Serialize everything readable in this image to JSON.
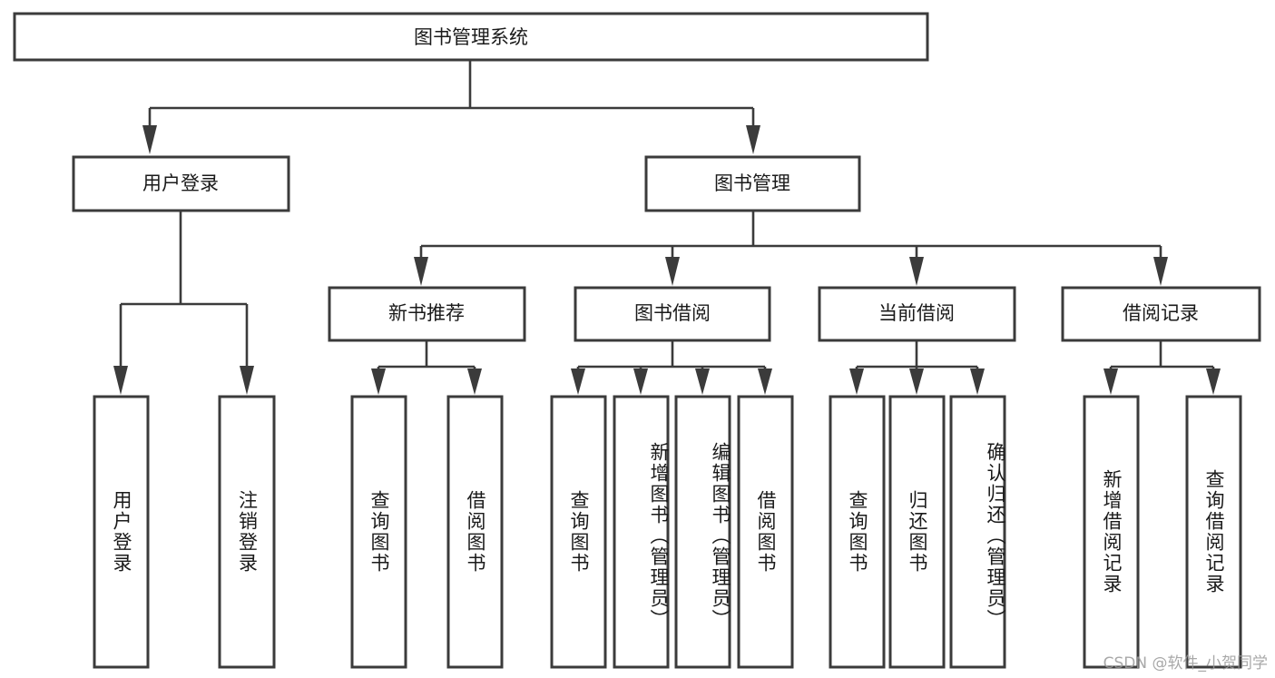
{
  "diagram": {
    "type": "tree",
    "title": "图书管理系统",
    "root": {
      "id": "root",
      "label": "图书管理系统"
    },
    "level2": [
      {
        "id": "user-login",
        "label": "用户登录"
      },
      {
        "id": "book-management",
        "label": "图书管理"
      }
    ],
    "level3": [
      {
        "id": "new-book-recommend",
        "label": "新书推荐",
        "parent": "book-management"
      },
      {
        "id": "book-borrow",
        "label": "图书借阅",
        "parent": "book-management"
      },
      {
        "id": "current-borrow",
        "label": "当前借阅",
        "parent": "book-management"
      },
      {
        "id": "borrow-record",
        "label": "借阅记录",
        "parent": "book-management"
      }
    ],
    "leaves": [
      {
        "id": "leaf-user-login",
        "label": "用户登录",
        "parent": "user-login"
      },
      {
        "id": "leaf-logout-login",
        "label": "注销登录",
        "parent": "user-login"
      },
      {
        "id": "leaf-query-book-1",
        "label": "查询图书",
        "parent": "new-book-recommend"
      },
      {
        "id": "leaf-borrow-book-1",
        "label": "借阅图书",
        "parent": "new-book-recommend"
      },
      {
        "id": "leaf-query-book-2",
        "label": "查询图书",
        "parent": "book-borrow"
      },
      {
        "id": "leaf-add-book-admin",
        "label": "新增图书（管理员）",
        "parent": "book-borrow"
      },
      {
        "id": "leaf-edit-book-admin",
        "label": "编辑图书（管理员）",
        "parent": "book-borrow"
      },
      {
        "id": "leaf-borrow-book-2",
        "label": "借阅图书",
        "parent": "book-borrow"
      },
      {
        "id": "leaf-query-book-3",
        "label": "查询图书",
        "parent": "current-borrow"
      },
      {
        "id": "leaf-return-book",
        "label": "归还图书",
        "parent": "current-borrow"
      },
      {
        "id": "leaf-confirm-return-admin",
        "label": "确认归还（管理员）",
        "parent": "current-borrow"
      },
      {
        "id": "leaf-add-borrow-record",
        "label": "新增借阅记录",
        "parent": "borrow-record"
      },
      {
        "id": "leaf-query-borrow-record",
        "label": "查询借阅记录",
        "parent": "borrow-record"
      }
    ],
    "watermark": "CSDN @软件_小贺同学",
    "colors": {
      "stroke": "#3b3b3b",
      "fill": "#ffffff",
      "text": "#1a1a1a",
      "watermark": "#9a9a9a"
    }
  }
}
